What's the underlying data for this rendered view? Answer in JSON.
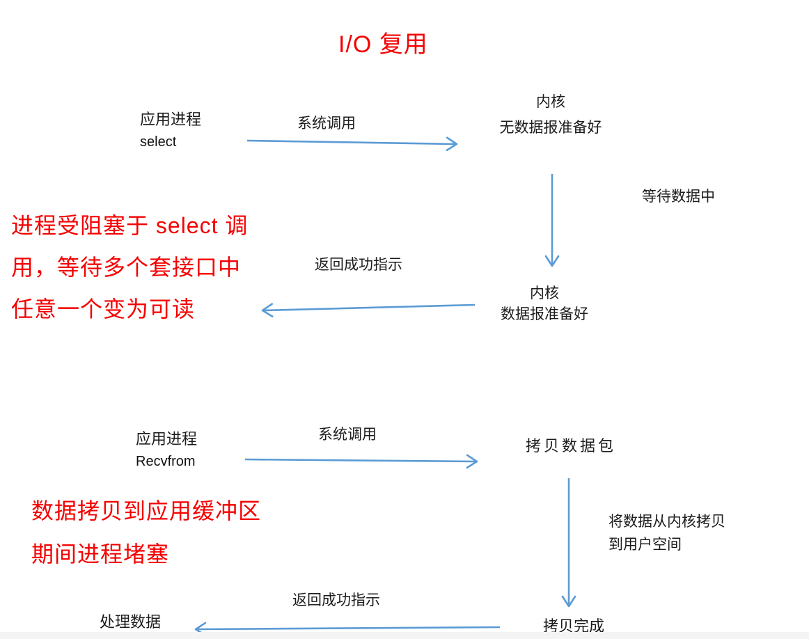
{
  "title": "I/O 复用",
  "colors": {
    "accent_red": "#f50000",
    "arrow_blue": "#5b9bd5",
    "text_black": "#1c1c1c"
  },
  "flow1": {
    "app_process": {
      "name": "应用进程",
      "call": "select"
    },
    "syscall_label": "系统调用",
    "kernel_before": {
      "line1": "内核",
      "line2": "无数据报准备好"
    },
    "waiting_label": "等待数据中",
    "return_label": "返回成功指示",
    "kernel_after": {
      "line1": "内核",
      "line2": "数据报准备好"
    },
    "note_lines": [
      "进程受阻塞于 select 调",
      "用，等待多个套接口中",
      "任意一个变为可读"
    ]
  },
  "flow2": {
    "app_process": {
      "name": "应用进程",
      "call": "Recvfrom"
    },
    "syscall_label": "系统调用",
    "copy_packet_label": "拷贝数据包",
    "copy_desc": {
      "line1": "将数据从内核拷贝",
      "line2": "到用户空间"
    },
    "note_lines": [
      "数据拷贝到应用缓冲区",
      "期间进程堵塞"
    ],
    "return_label": "返回成功指示",
    "process_data_label": "处理数据",
    "copy_done_label": "拷贝完成"
  }
}
